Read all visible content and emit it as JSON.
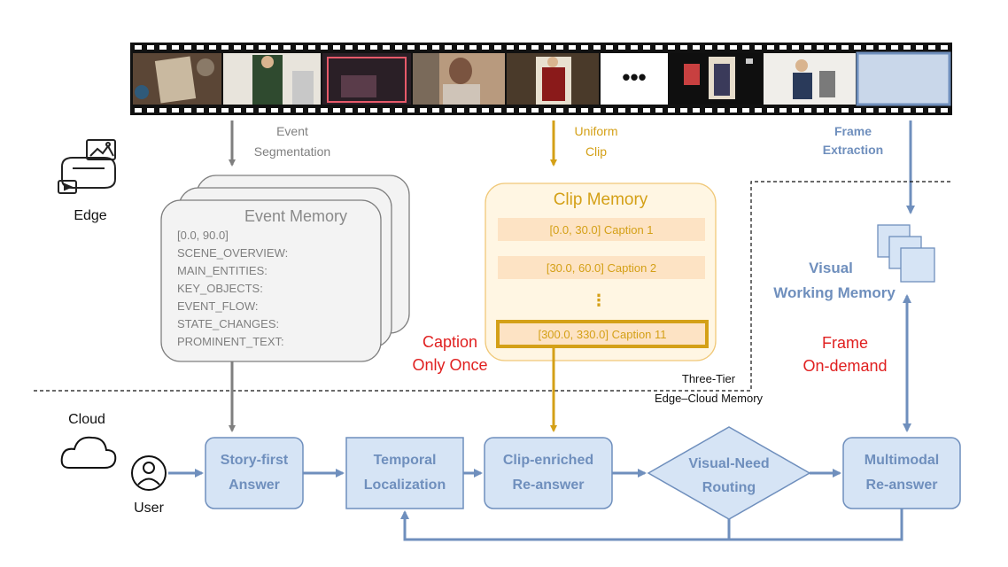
{
  "filmstrip": {
    "ellipsis": "•••"
  },
  "labels": {
    "event_segmentation": [
      "Event",
      "Segmentation"
    ],
    "uniform_clip": [
      "Uniform",
      "Clip"
    ],
    "frame_extraction": [
      "Frame",
      "Extraction"
    ],
    "edge": "Edge",
    "cloud": "Cloud",
    "user": "User",
    "three_tier": [
      "Three-Tier",
      "Edge–Cloud Memory"
    ],
    "caption_only_once": [
      "Caption",
      "Only Once"
    ],
    "frame_on_demand": [
      "Frame",
      "On-demand"
    ],
    "visual_working_memory": [
      "Visual",
      "Working Memory"
    ]
  },
  "event_memory": {
    "title": "Event Memory",
    "lines": [
      "[0.0, 90.0]",
      "SCENE_OVERVIEW:",
      "MAIN_ENTITIES:",
      "KEY_OBJECTS:",
      "EVENT_FLOW:",
      "STATE_CHANGES:",
      "PROMINENT_TEXT:"
    ]
  },
  "clip_memory": {
    "title": "Clip Memory",
    "captions": [
      "[0.0, 30.0] Caption 1",
      "[30.0, 60.0] Caption 2",
      "[300.0, 330.0] Caption 11"
    ],
    "vdots": "⋮"
  },
  "pipeline": {
    "story_first": [
      "Story-first",
      "Answer"
    ],
    "temporal": [
      "Temporal",
      "Localization"
    ],
    "clip_enriched": [
      "Clip-enriched",
      "Re-answer"
    ],
    "visual_need": [
      "Visual-Need",
      "Routing"
    ],
    "multimodal": [
      "Multimodal",
      "Re-answer"
    ]
  },
  "colors": {
    "gray": "#7f7f7f",
    "gold": "#d4a017",
    "blue": "#6f8fbd",
    "node_fill": "#d6e4f5",
    "red": "#e02020",
    "clip_fill": "#fff6e3",
    "caption_fill": "#fde8cf"
  }
}
